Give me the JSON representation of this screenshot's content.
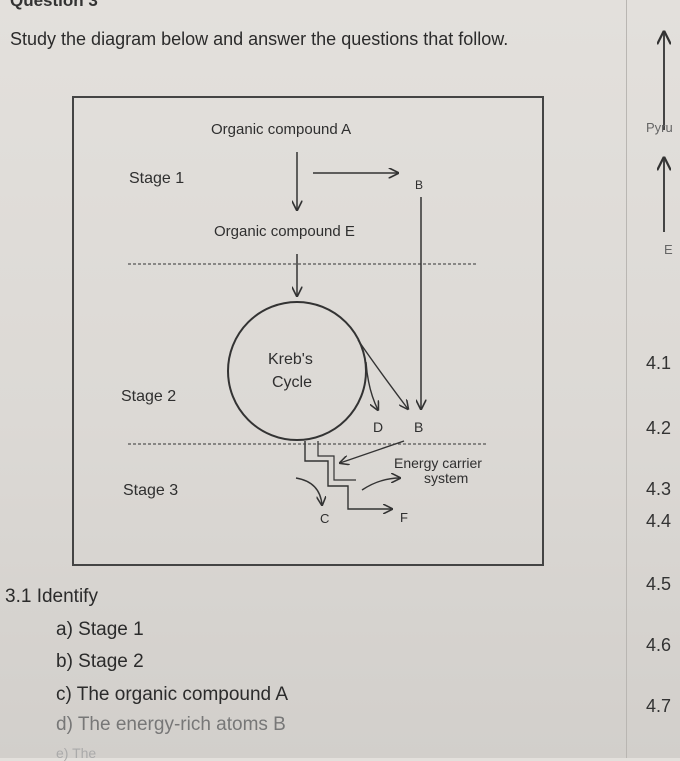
{
  "header": {
    "question_label": "Question 3",
    "instruction": "Study the diagram below and answer the questions that follow."
  },
  "diagram": {
    "labels": {
      "organic_compound_a": "Organic compound A",
      "stage_1": "Stage 1",
      "b_top": "B",
      "organic_compound_e": "Organic compound E",
      "krebs": "Kreb's",
      "cycle": "Cycle",
      "stage_2": "Stage 2",
      "d": "D",
      "b_bottom": "B",
      "energy_carrier": "Energy carrier",
      "system": "system",
      "stage_3": "Stage 3",
      "c": "C",
      "f": "F"
    }
  },
  "questions": {
    "q31": "3.1  Identify",
    "a": "a) Stage 1",
    "b": "b) Stage 2",
    "c": "c) The organic compound A",
    "d": "d) The energy-rich atoms B",
    "e": "e) The"
  },
  "right_page": {
    "pyru": "Pyru",
    "e": "E",
    "numbers": [
      "4.1",
      "4.2",
      "4.3",
      "4.4",
      "4.5",
      "4.6",
      "4.7"
    ]
  }
}
